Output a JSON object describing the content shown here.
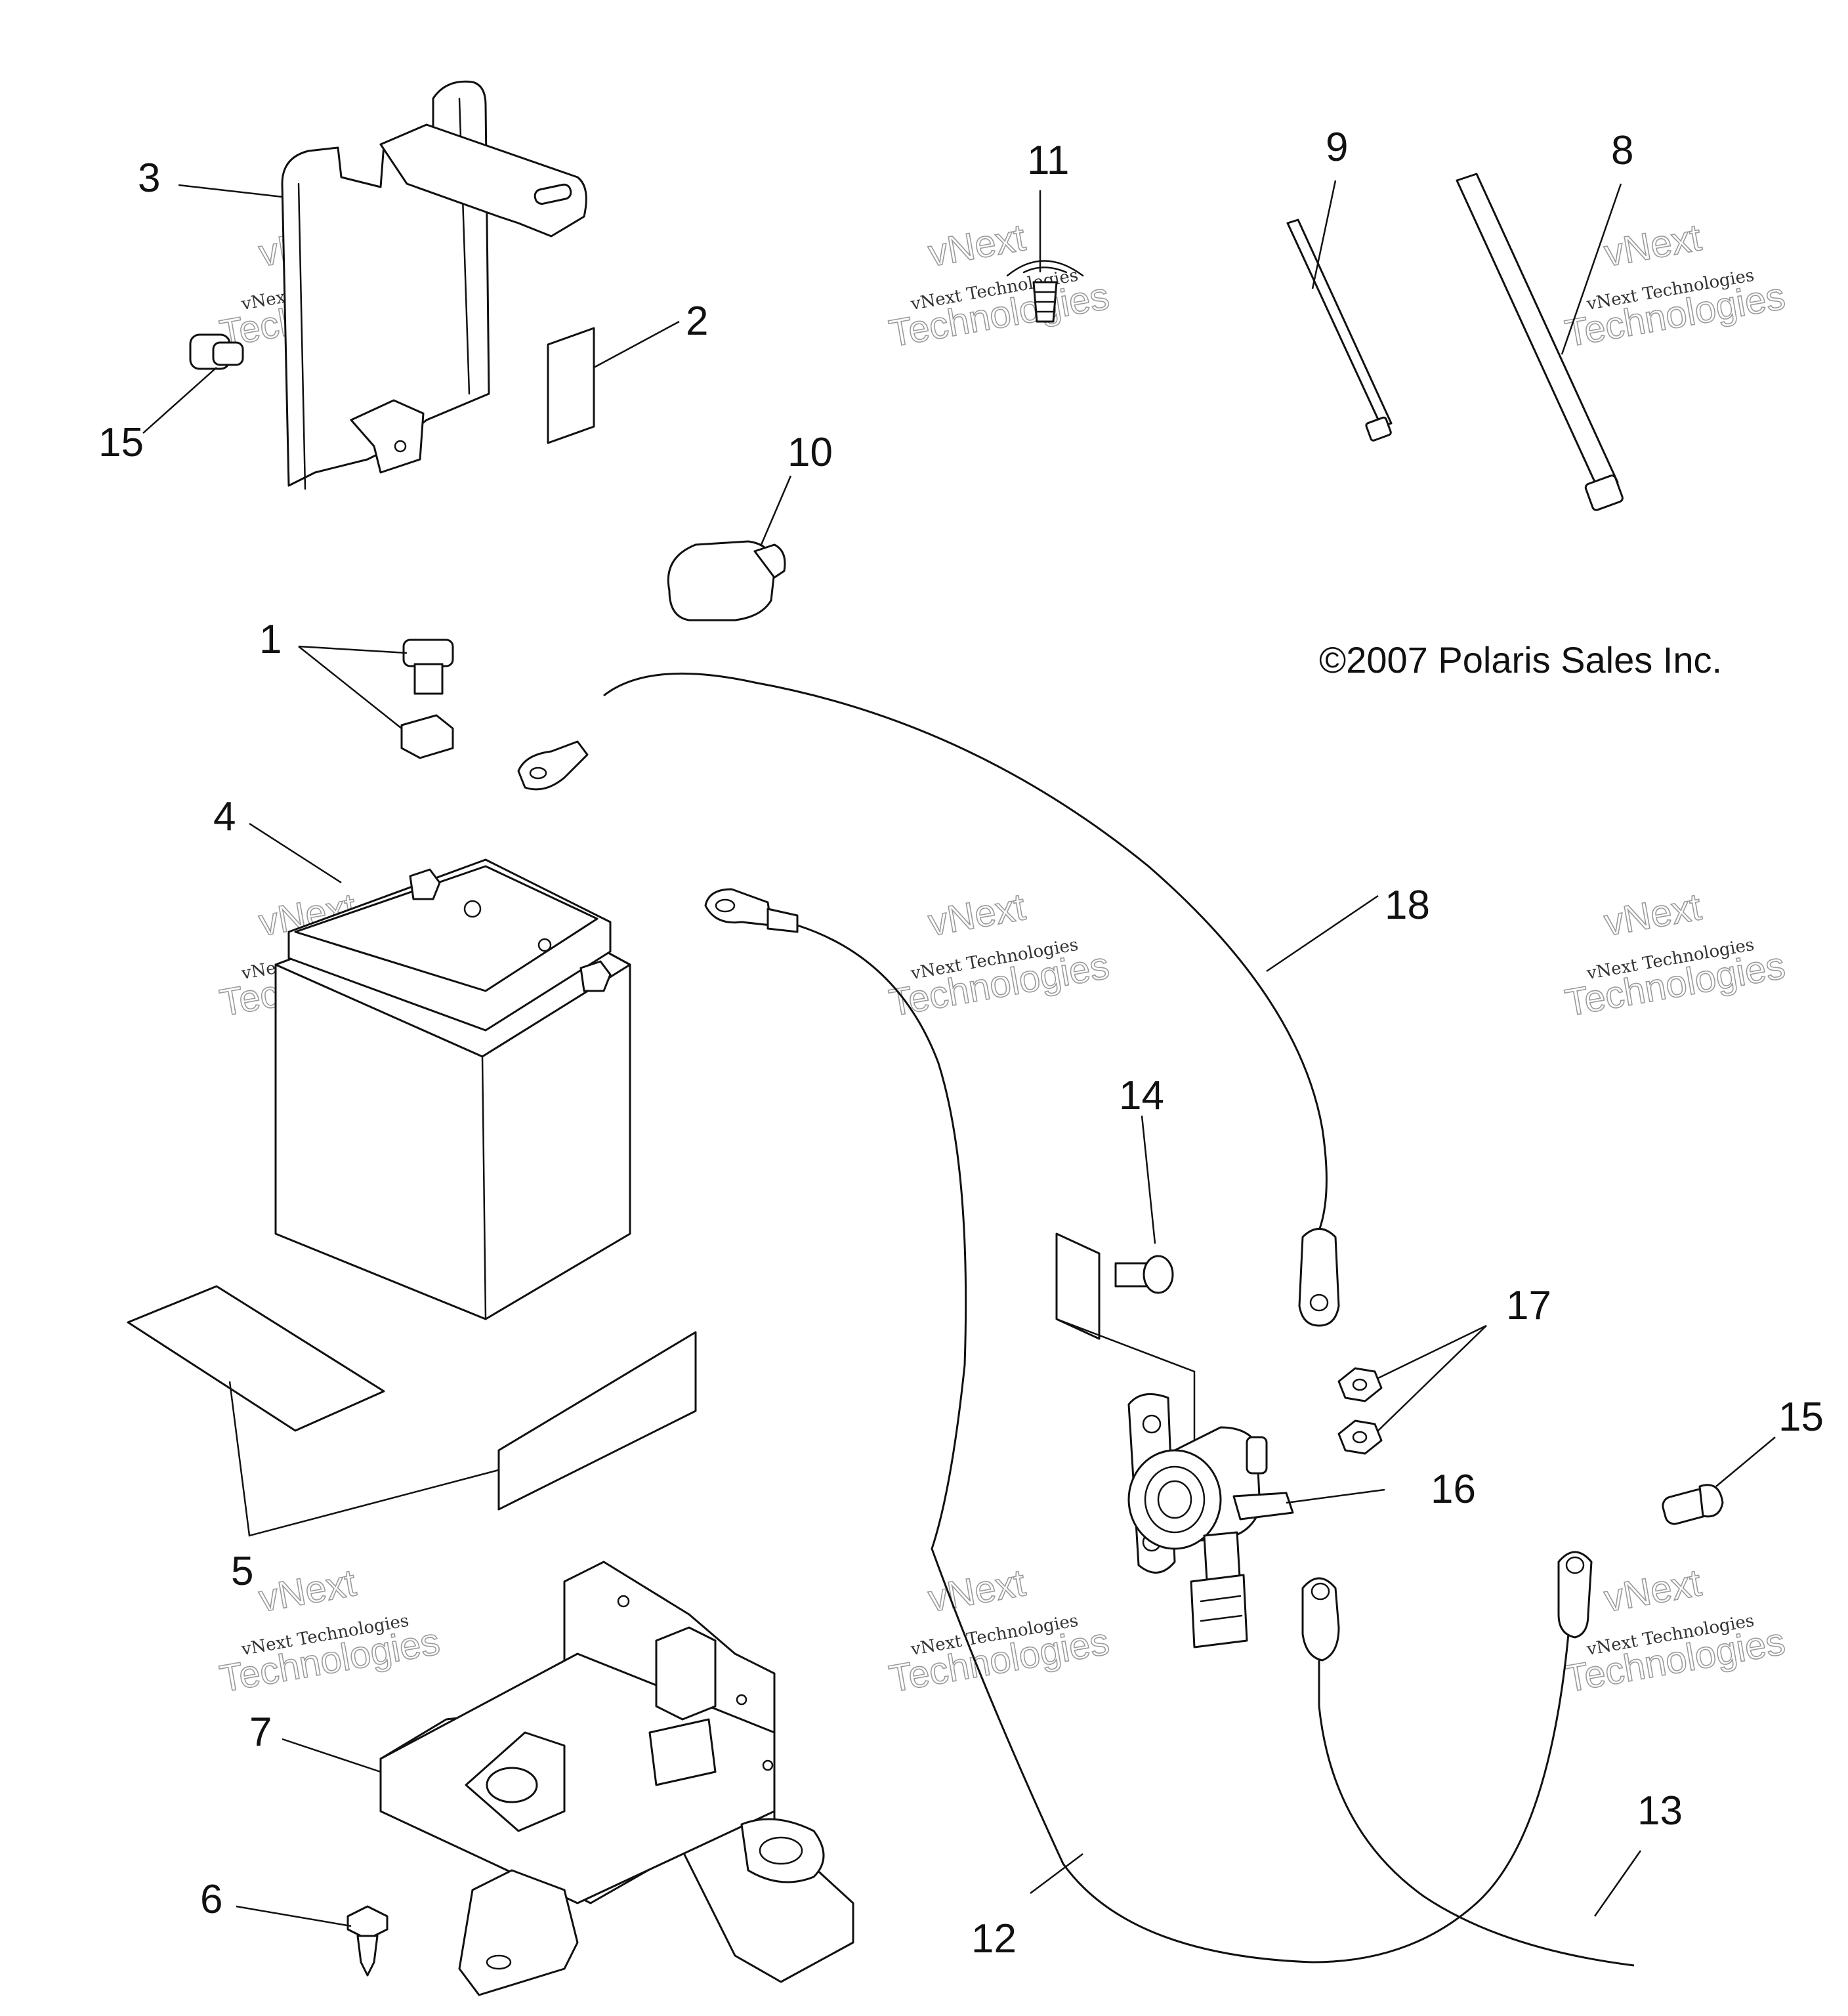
{
  "copyright": "©2007 Polaris Sales Inc.",
  "watermark": {
    "line1": "vNext",
    "line2": "vNext Technologies",
    "line3": "Technologies"
  },
  "callouts": {
    "c1": "1",
    "c2": "2",
    "c3": "3",
    "c4": "4",
    "c5": "5",
    "c6": "6",
    "c7": "7",
    "c8": "8",
    "c9": "9",
    "c10": "10",
    "c11": "11",
    "c12": "12",
    "c13": "13",
    "c14": "14",
    "c15a": "15",
    "c15b": "15",
    "c16": "16",
    "c17": "17",
    "c18": "18"
  }
}
